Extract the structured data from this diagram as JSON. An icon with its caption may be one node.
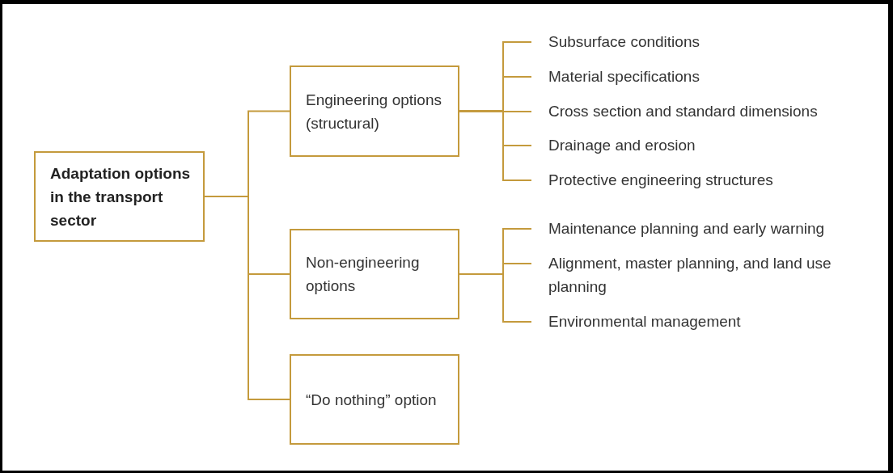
{
  "diagram": {
    "nodes": [
      {
        "text": [
          "Adaptation options in the transport sector"
        ]
      },
      {
        "text": [
          "Engineering options (structural)"
        ]
      },
      {
        "text": [
          "Non-engineering options"
        ]
      },
      {
        "text": [
          "“Do nothing” option"
        ]
      },
      {
        "text": [
          "Subsurface conditions"
        ]
      },
      {
        "text": [
          "Material specifications"
        ]
      },
      {
        "text": [
          "Cross section and standard dimensions"
        ]
      },
      {
        "text": [
          "Drainage and erosion"
        ]
      },
      {
        "text": [
          "Protective engineering structures"
        ]
      },
      {
        "text": [
          "Maintenance planning and early warning"
        ]
      },
      {
        "text": [
          "Alignment, master planning, and land use planning"
        ]
      },
      {
        "text": [
          "Environmental management"
        ]
      }
    ],
    "edges": [
      {
        "from": 0,
        "to": 1,
        "arrow": "none"
      },
      {
        "from": 0,
        "to": 2,
        "arrow": "none"
      },
      {
        "from": 0,
        "to": 3,
        "arrow": "none"
      },
      {
        "from": 1,
        "to": 4,
        "arrow": "none"
      },
      {
        "from": 1,
        "to": 5,
        "arrow": "none"
      },
      {
        "from": 1,
        "to": 6,
        "arrow": "none"
      },
      {
        "from": 1,
        "to": 7,
        "arrow": "none"
      },
      {
        "from": 1,
        "to": 8,
        "arrow": "none"
      },
      {
        "from": 2,
        "to": 9,
        "arrow": "none"
      },
      {
        "from": 2,
        "to": 10,
        "arrow": "none"
      },
      {
        "from": 2,
        "to": 11,
        "arrow": "none"
      }
    ]
  }
}
